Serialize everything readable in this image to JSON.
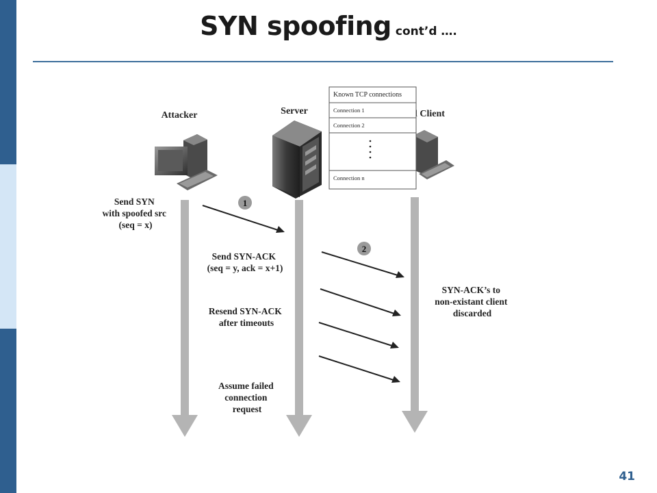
{
  "slide": {
    "title": "SYN spoofing",
    "title_suffix": "cont’d ….",
    "page_number": "41"
  },
  "colors": {
    "sidebar_top": "#2f5f8f",
    "sidebar_mid": "#d4e6f6",
    "sidebar_bottom": "#2f5f8f",
    "title_rule": "#3a6d9a",
    "page_number": "#2f5f8f",
    "lifeline": "#b4b4b4",
    "text": "#222222"
  },
  "diagram": {
    "actors": {
      "attacker": "Attacker",
      "server": "Server",
      "client": "l Client"
    },
    "table": {
      "header": "Known TCP connections",
      "rows": [
        "Connection 1",
        "Connection 2",
        "Connection  n"
      ]
    },
    "steps": [
      "1",
      "2"
    ],
    "labels": {
      "send_syn": [
        "Send SYN",
        "with spoofed src",
        "(seq = x)"
      ],
      "send_synack": [
        "Send SYN-ACK",
        "(seq = y, ack = x+1)"
      ],
      "resend": [
        "Resend SYN-ACK",
        "after timeouts"
      ],
      "assume": [
        "Assume failed",
        "connection",
        "request"
      ],
      "discarded": [
        "SYN-ACK’s to",
        "non-existant client",
        "discarded"
      ]
    }
  }
}
